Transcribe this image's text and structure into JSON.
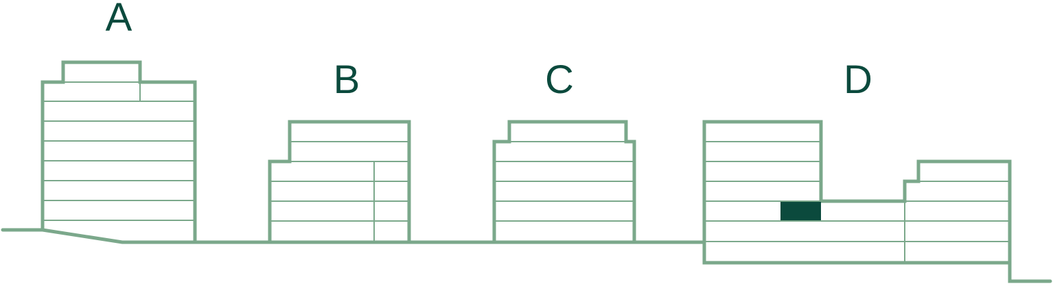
{
  "buildings": [
    {
      "id": "a",
      "label": "A"
    },
    {
      "id": "b",
      "label": "B"
    },
    {
      "id": "c",
      "label": "C"
    },
    {
      "id": "d",
      "label": "D"
    }
  ],
  "colors": {
    "outline": "#7ba88b",
    "label": "#0b4a3d",
    "highlight": "#0b4a3d"
  }
}
